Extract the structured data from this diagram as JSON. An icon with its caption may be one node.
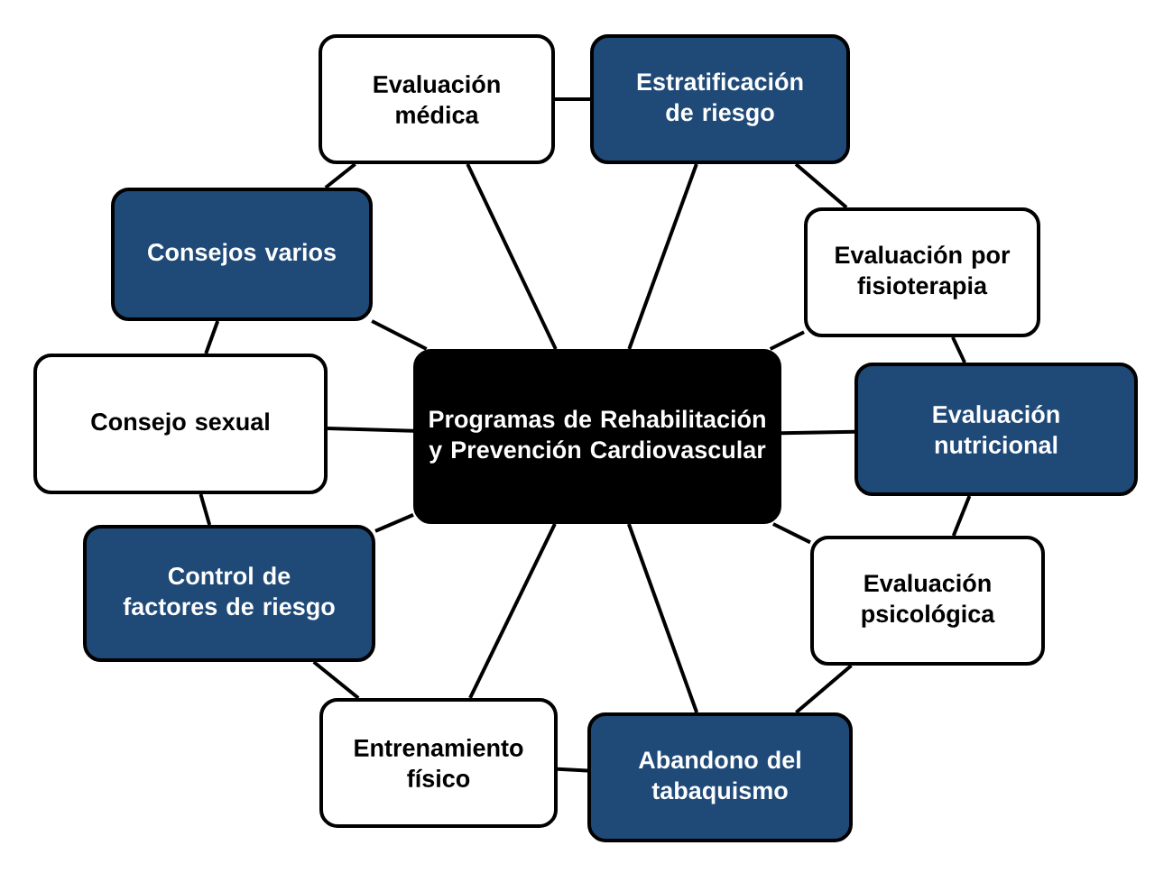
{
  "diagram": {
    "nodes": [
      {
        "text": [
          "Programas de Rehabilitación y Prevención Cardiovascular"
        ]
      },
      {
        "text": [
          "Evaluación médica"
        ]
      },
      {
        "text": [
          "Estratificación de riesgo"
        ]
      },
      {
        "text": [
          "Evaluación por fisioterapia"
        ]
      },
      {
        "text": [
          "Evaluación nutricional"
        ]
      },
      {
        "text": [
          "Evaluación psicológica"
        ]
      },
      {
        "text": [
          "Abandono del tabaquismo"
        ]
      },
      {
        "text": [
          "Entrenamiento físico"
        ]
      },
      {
        "text": [
          "Control de factores de riesgo"
        ]
      },
      {
        "text": [
          "Consejo sexual"
        ]
      },
      {
        "text": [
          "Consejos varios"
        ]
      }
    ],
    "edges": [
      {
        "from": 0,
        "to": 1,
        "arrow": "none"
      },
      {
        "from": 0,
        "to": 2,
        "arrow": "none"
      },
      {
        "from": 0,
        "to": 3,
        "arrow": "none"
      },
      {
        "from": 0,
        "to": 4,
        "arrow": "none"
      },
      {
        "from": 0,
        "to": 5,
        "arrow": "none"
      },
      {
        "from": 0,
        "to": 6,
        "arrow": "none"
      },
      {
        "from": 0,
        "to": 7,
        "arrow": "none"
      },
      {
        "from": 0,
        "to": 8,
        "arrow": "none"
      },
      {
        "from": 0,
        "to": 9,
        "arrow": "none"
      },
      {
        "from": 0,
        "to": 10,
        "arrow": "none"
      },
      {
        "from": 1,
        "to": 2,
        "arrow": "none"
      },
      {
        "from": 2,
        "to": 3,
        "arrow": "none"
      },
      {
        "from": 3,
        "to": 4,
        "arrow": "none"
      },
      {
        "from": 4,
        "to": 5,
        "arrow": "none"
      },
      {
        "from": 5,
        "to": 6,
        "arrow": "none"
      },
      {
        "from": 6,
        "to": 7,
        "arrow": "none"
      },
      {
        "from": 7,
        "to": 8,
        "arrow": "none"
      },
      {
        "from": 8,
        "to": 9,
        "arrow": "none"
      },
      {
        "from": 9,
        "to": 10,
        "arrow": "none"
      },
      {
        "from": 10,
        "to": 1,
        "arrow": "none"
      }
    ]
  }
}
